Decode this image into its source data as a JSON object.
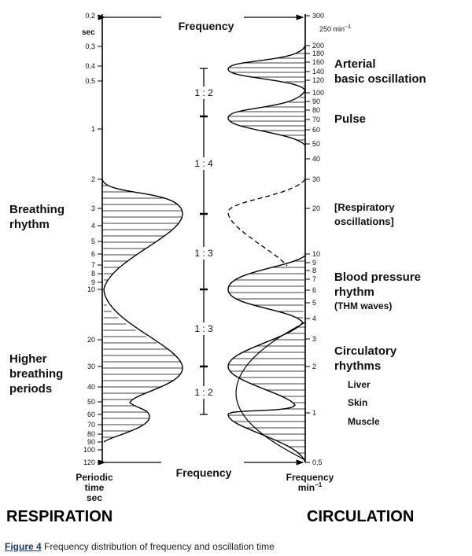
{
  "top_label": "Frequency",
  "bottom_label": "Frequency",
  "left_axis": {
    "unit_label": "sec",
    "ticks": [
      "0,2",
      "0,3",
      "0,4",
      "0,5",
      "1",
      "2",
      "3",
      "4",
      "5",
      "6",
      "7",
      "8",
      "9",
      "10",
      "20",
      "30",
      "40",
      "50",
      "60",
      "70",
      "80",
      "90",
      "100",
      "120"
    ],
    "bottom_label": [
      "Periodic",
      "time",
      "sec"
    ]
  },
  "right_axis": {
    "unit_label": "250 min",
    "unit_superscript": "−1",
    "ticks": [
      "300",
      "200",
      "180",
      "160",
      "140",
      "120",
      "100",
      "90",
      "80",
      "70",
      "60",
      "50",
      "40",
      "30",
      "20",
      "10",
      "9",
      "8",
      "7",
      "6",
      "5",
      "4",
      "3",
      "2",
      "1",
      "0,5"
    ],
    "bottom_label": [
      "Frequency",
      "min"
    ]
  },
  "ratios": [
    "1 : 2",
    "1 : 4",
    "1 : 3",
    "1 : 3",
    "1 : 2"
  ],
  "left_labels": [
    {
      "lines": [
        "Breathing",
        "rhythm"
      ]
    },
    {
      "lines": [
        "Higher",
        "breathing",
        "periods"
      ]
    }
  ],
  "right_labels": {
    "arterial": [
      "Arterial",
      "basic oscillation"
    ],
    "pulse": "Pulse",
    "respiratory": [
      "[Respiratory",
      "oscillations]"
    ],
    "blood_pressure": [
      "Blood pressure",
      "rhythm"
    ],
    "thm": "(THM waves)",
    "circulatory": [
      "Circulatory",
      "rhythms"
    ],
    "sub": [
      "Liver",
      "Skin",
      "Muscle"
    ]
  },
  "sections": {
    "left": "RESPIRATION",
    "right": "CIRCULATION"
  },
  "caption": {
    "number": "Figure 4",
    "text": "Frequency distribution of frequency and oscillation time"
  }
}
